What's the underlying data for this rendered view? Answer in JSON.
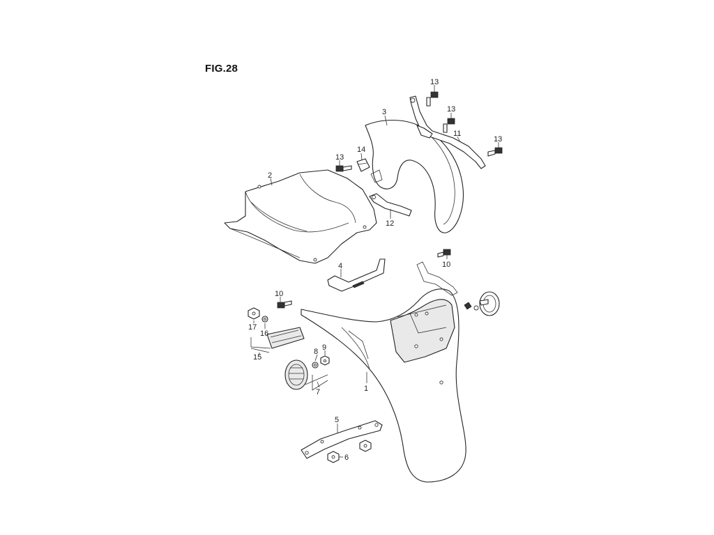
{
  "figure": {
    "title": "FIG.28"
  },
  "callouts": [
    {
      "id": "c13a",
      "text": "13"
    },
    {
      "id": "c13b",
      "text": "13"
    },
    {
      "id": "c13c",
      "text": "13"
    },
    {
      "id": "c13d",
      "text": "13"
    },
    {
      "id": "c3",
      "text": "3"
    },
    {
      "id": "c11",
      "text": "11"
    },
    {
      "id": "c14",
      "text": "14"
    },
    {
      "id": "c2",
      "text": "2"
    },
    {
      "id": "c12",
      "text": "12"
    },
    {
      "id": "c10a",
      "text": "10"
    },
    {
      "id": "c10b",
      "text": "10"
    },
    {
      "id": "c4",
      "text": "4"
    },
    {
      "id": "c17",
      "text": "17"
    },
    {
      "id": "c16",
      "text": "16"
    },
    {
      "id": "c15",
      "text": "15"
    },
    {
      "id": "c8",
      "text": "8"
    },
    {
      "id": "c9",
      "text": "9"
    },
    {
      "id": "c7",
      "text": "7"
    },
    {
      "id": "c1",
      "text": "1"
    },
    {
      "id": "c5",
      "text": "5"
    },
    {
      "id": "c6",
      "text": "6"
    }
  ]
}
